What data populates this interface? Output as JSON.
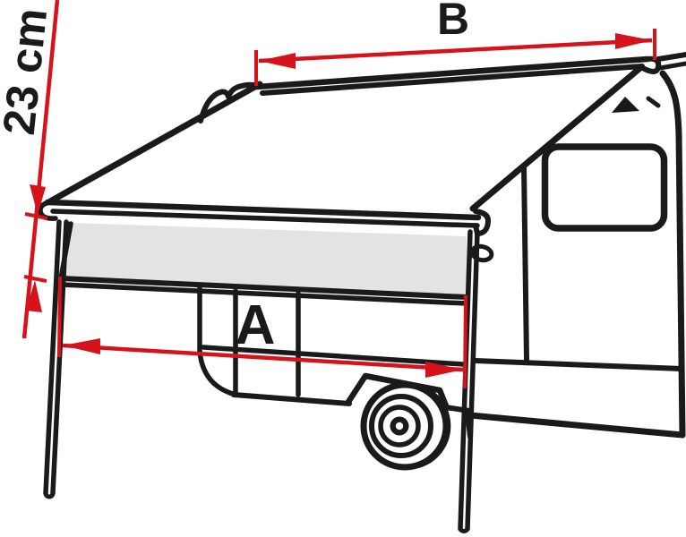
{
  "diagram": {
    "subject": "caravan-awning-valance-dimension-drawing",
    "labels": {
      "a": "A",
      "b": "B",
      "height": "23 cm"
    },
    "colors": {
      "outline": "#1a1a1a",
      "dimension": "#d6121a",
      "valance_fill": "#e3e3e3",
      "background": "#ffffff"
    }
  }
}
